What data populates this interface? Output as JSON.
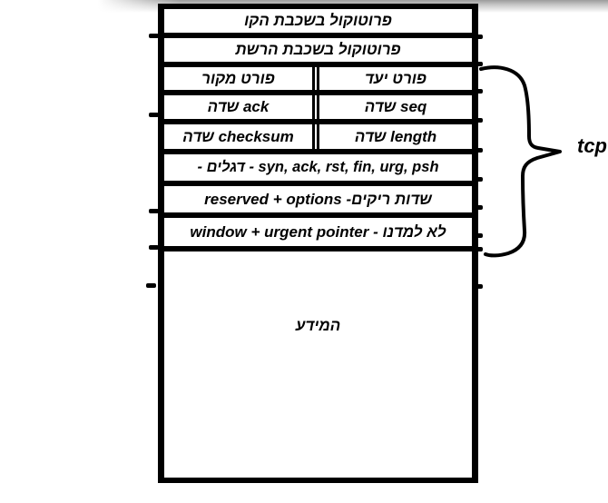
{
  "diagram": {
    "stack": {
      "rows": [
        {
          "text": "פרוטוקול בשכבת הקו"
        },
        {
          "text": "פרוטוקול בשכבת הרשת"
        },
        {
          "left": "פורט מקור",
          "right": "פורט יעד"
        },
        {
          "left": "שדה ack",
          "right": "שדה seq"
        },
        {
          "left": "שדה checksum",
          "right": "שדה length"
        },
        {
          "text": "- דגלים - syn, ack, rst, fin, urg, psh"
        },
        {
          "text": "שדות ריקים- reserved + options"
        },
        {
          "text": "לא למדנו - window + urgent pointer"
        }
      ],
      "data_box": {
        "text": "המידע"
      }
    },
    "brace": {
      "label": "tcp"
    },
    "colors": {
      "ink": "#000000",
      "background": "#ffffff"
    }
  }
}
